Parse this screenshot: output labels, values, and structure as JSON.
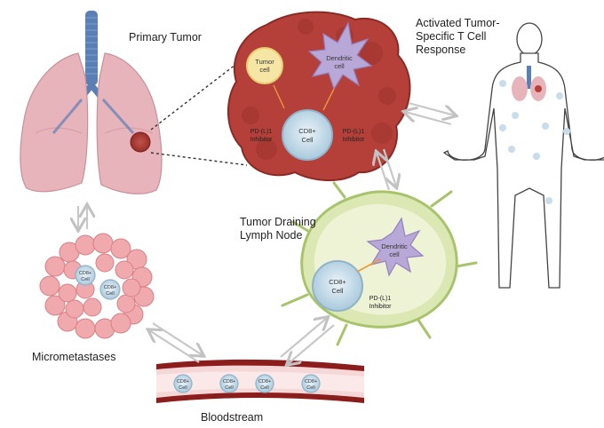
{
  "labels": {
    "primary_tumor": "Primary Tumor",
    "activated_line1": "Activated Tumor-",
    "activated_line2": "Specific T Cell",
    "activated_line3": "Response",
    "lymph_line1": "Tumor Draining",
    "lymph_line2": "Lymph Node",
    "micrometastases": "Micrometastases",
    "bloodstream": "Bloodstream"
  },
  "tumor_cells": {
    "tumor_cell_1": "Tumor",
    "tumor_cell_2": "cell",
    "dendritic_1": "Dendritic",
    "dendritic_2": "cell",
    "cd8_1": "CD8+",
    "cd8_2": "Cell",
    "pdl1_left_1": "PD-(L)1",
    "pdl1_left_2": "Inhibitor",
    "pdl1_right_1": "PD-(L)1",
    "pdl1_right_2": "Inhibitor"
  },
  "lymph_cells": {
    "dendritic_1": "Dendritic",
    "dendritic_2": "cell",
    "cd8_1": "CD8+",
    "cd8_2": "Cell",
    "pdl1_1": "PD-(L)1",
    "pdl1_2": "Inhibitor"
  },
  "micromet_cells": [
    {
      "line1": "CD8+",
      "line2": "Cell"
    },
    {
      "line1": "CD8+",
      "line2": "Cell"
    }
  ],
  "blood_cells": [
    {
      "line1": "CD8+",
      "line2": "Cell"
    },
    {
      "line1": "CD8+",
      "line2": "Cell"
    },
    {
      "line1": "CD8+",
      "line2": "Cell"
    },
    {
      "line1": "CD8+",
      "line2": "Cell"
    }
  ],
  "colors": {
    "tumor_red": "#b5403a",
    "lung_pink": "#e8b4bc",
    "trachea_blue": "#5a7fb5",
    "lymph_green": "#dce8b4",
    "cd8_blue": "#cfe2ee",
    "dendritic_purple": "#b8a8d8",
    "tumor_cell_yellow": "#f6e6a6",
    "vessel_red": "#8c1d1d",
    "metastasis_pink": "#f0a9ac"
  }
}
